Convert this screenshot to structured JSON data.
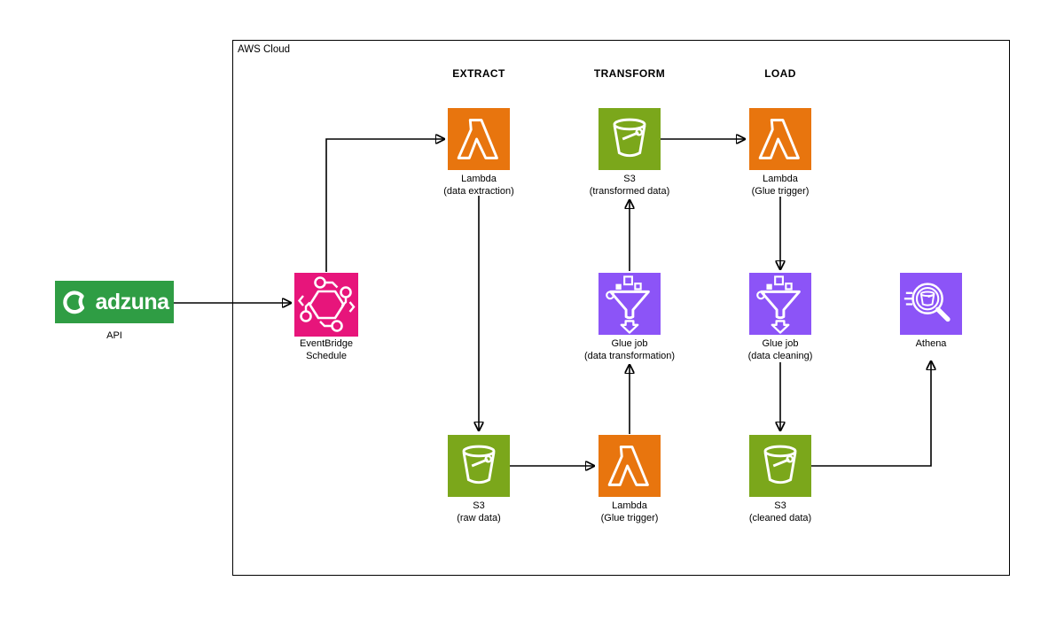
{
  "diagram": {
    "container_label": "AWS Cloud",
    "stage_headers": [
      {
        "label": "EXTRACT"
      },
      {
        "label": "TRANSFORM"
      },
      {
        "label": "LOAD"
      }
    ],
    "source": {
      "logo_text": "adzuna",
      "label": "API"
    },
    "nodes": {
      "eventbridge": {
        "service": "EventBridge",
        "label": "EventBridge",
        "sublabel": "Schedule",
        "icon": "eventbridge-icon",
        "color": "#E7157B"
      },
      "lambda_extract": {
        "service": "Lambda",
        "label": "Lambda",
        "sublabel": "(data extraction)",
        "icon": "lambda-icon",
        "color": "#E8750E"
      },
      "s3_raw": {
        "service": "S3",
        "label": "S3",
        "sublabel": "(raw data)",
        "icon": "s3-bucket-icon",
        "color": "#7BA71B"
      },
      "lambda_trigger_bottom": {
        "service": "Lambda",
        "label": "Lambda",
        "sublabel": "(Glue trigger)",
        "icon": "lambda-icon",
        "color": "#E8750E"
      },
      "glue_transform": {
        "service": "Glue",
        "label": "Glue job",
        "sublabel": "(data transformation)",
        "icon": "glue-funnel-icon",
        "color": "#8C54F7"
      },
      "s3_transformed": {
        "service": "S3",
        "label": "S3",
        "sublabel": "(transformed data)",
        "icon": "s3-bucket-icon",
        "color": "#7BA71B"
      },
      "lambda_trigger_top": {
        "service": "Lambda",
        "label": "Lambda",
        "sublabel": "(Glue trigger)",
        "icon": "lambda-icon",
        "color": "#E8750E"
      },
      "glue_clean": {
        "service": "Glue",
        "label": "Glue job",
        "sublabel": "(data cleaning)",
        "icon": "glue-funnel-icon",
        "color": "#8C54F7"
      },
      "s3_cleaned": {
        "service": "S3",
        "label": "S3",
        "sublabel": "(cleaned data)",
        "icon": "s3-bucket-icon",
        "color": "#7BA71B"
      },
      "athena": {
        "service": "Athena",
        "label": "Athena",
        "icon": "athena-magnifier-icon",
        "color": "#8C54F7"
      }
    },
    "edges": [
      {
        "from": "adzuna API",
        "to": "EventBridge Schedule"
      },
      {
        "from": "EventBridge Schedule",
        "to": "Lambda (data extraction)"
      },
      {
        "from": "Lambda (data extraction)",
        "to": "S3 (raw data)"
      },
      {
        "from": "S3 (raw data)",
        "to": "Lambda (Glue trigger)"
      },
      {
        "from": "Lambda (Glue trigger)",
        "to": "Glue job (data transformation)"
      },
      {
        "from": "Glue job (data transformation)",
        "to": "S3 (transformed data)"
      },
      {
        "from": "S3 (transformed data)",
        "to": "Lambda (Glue trigger)"
      },
      {
        "from": "Lambda (Glue trigger)",
        "to": "Glue job (data cleaning)"
      },
      {
        "from": "Glue job (data cleaning)",
        "to": "S3 (cleaned data)"
      },
      {
        "from": "S3 (cleaned data)",
        "to": "Athena"
      }
    ],
    "colors": {
      "lambda_orange": "#E8750E",
      "s3_green": "#7BA71B",
      "glue_athena_purple": "#8C54F7",
      "eventbridge_pink": "#E7157B",
      "adzuna_green": "#2F9D44",
      "arrow": "#000000",
      "background": "#FFFFFF"
    }
  }
}
